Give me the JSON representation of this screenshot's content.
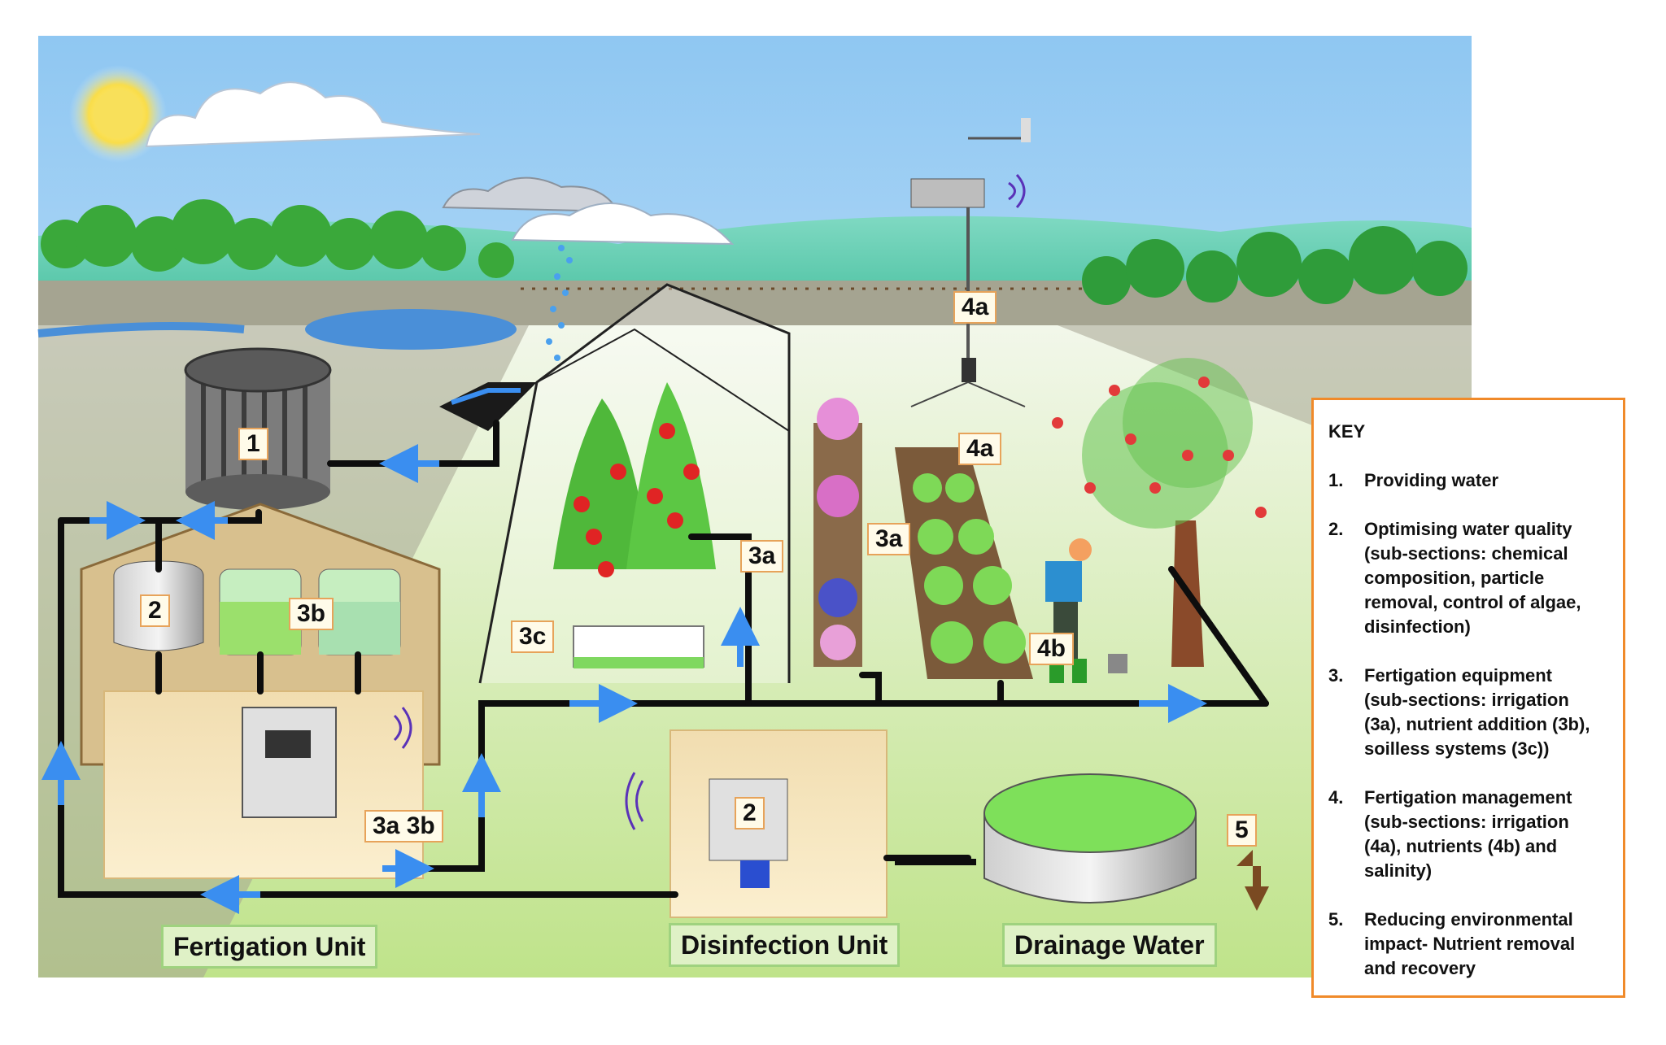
{
  "labels": {
    "tank_1": "1",
    "treatment_2a": "2",
    "treatment_2b": "2",
    "nutrient_3b": "3b",
    "greenhouse_3a": "3a",
    "field_3a": "3a",
    "soilless_3c": "3c",
    "station_4a": "4a",
    "field_4a": "4a",
    "farmer_4b": "4b",
    "drain_5": "5",
    "controller_3a3b": "3a 3b"
  },
  "units": {
    "fertigation": "Fertigation Unit",
    "disinfection": "Disinfection Unit",
    "drainage": "Drainage Water"
  },
  "key": {
    "title": "KEY",
    "items": [
      {
        "num": "1.",
        "text": "Providing water",
        "sub": ""
      },
      {
        "num": "2.",
        "text": "Optimising water quality",
        "sub": "(sub-sections: chemical composition, particle removal, control of algae, disinfection)"
      },
      {
        "num": "3.",
        "text": "Fertigation equipment",
        "sub": "(sub-sections: irrigation (3a), nutrient addition (3b), soilless systems (3c))"
      },
      {
        "num": "4.",
        "text": "Fertigation management",
        "sub": "(sub-sections: irrigation (4a), nutrients (4b) and salinity)"
      },
      {
        "num": "5.",
        "text": "Reducing environmental impact- Nutrient removal",
        "sub": "and recovery"
      }
    ]
  },
  "colors": {
    "sky": "#a9d3f2",
    "pipe": "#0d0d0d",
    "flow_arrow": "#3a8ef0",
    "key_border": "#f08a2a",
    "label_border": "#e7a35a",
    "unit_box": "#dff1c6"
  },
  "icons": [
    "sun-icon",
    "cloud-icon",
    "rain-icon",
    "tree-icon",
    "greenhouse-icon",
    "weather-station-icon",
    "wireless-signal-icon",
    "tank-icon",
    "farmer-icon",
    "apple-tree-icon"
  ]
}
